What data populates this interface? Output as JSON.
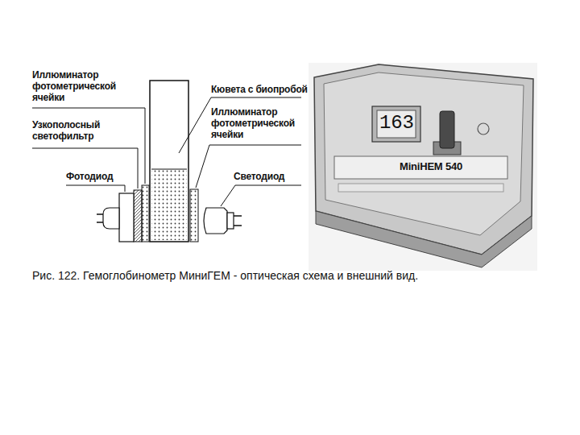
{
  "diagram": {
    "caption": "Рис. 122. Гемоглобинометр МиниГЕМ - оптическая схема и внешний вид.",
    "labels": [
      "Иллюминатор фотометрической ячейки",
      "Узкополосный светофильтр",
      "Фотодиод",
      "Кювета с биопробой",
      "Иллюминатор фотометрической ячейки",
      "Светодиод",
      "163",
      "MiniHEM 540"
    ]
  }
}
